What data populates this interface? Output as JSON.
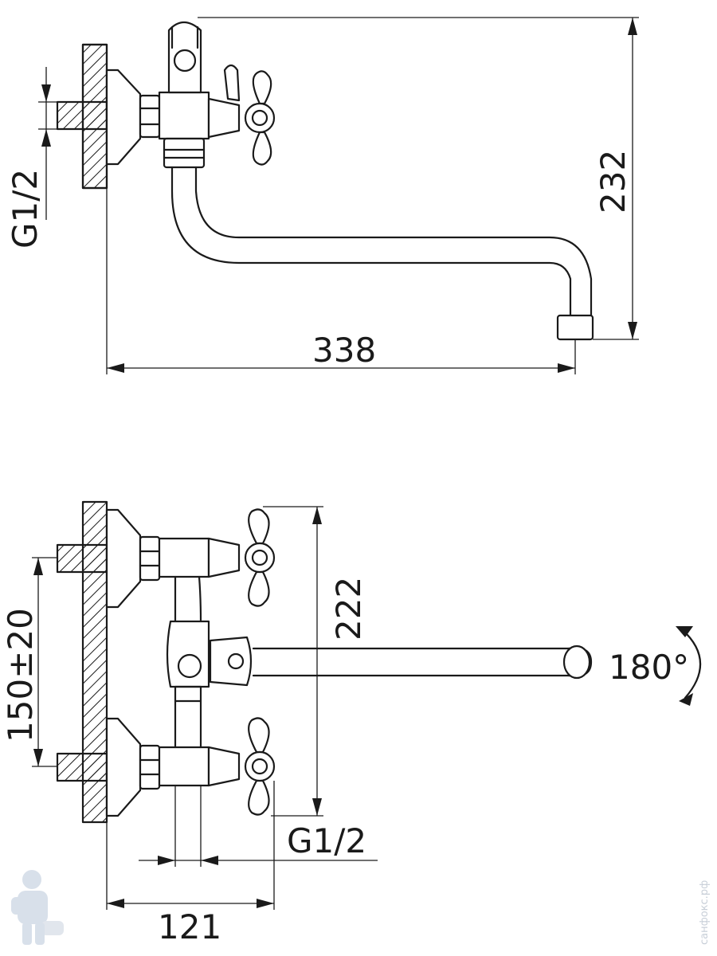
{
  "top_view": {
    "dim_height": "232",
    "dim_length": "338",
    "thread": "G1/2"
  },
  "front_view": {
    "dim_height": "222",
    "dim_spacing": "150±20",
    "dim_width": "121",
    "thread": "G1/2",
    "rotation": "180°"
  },
  "watermark": {
    "site_text": "санфокс.рф"
  },
  "colors": {
    "line": "#1a1a1a",
    "background": "#ffffff",
    "watermark": "#c8cfd8"
  },
  "icons": [
    "plumber-mascot-icon",
    "rotation-arrow-icon"
  ]
}
